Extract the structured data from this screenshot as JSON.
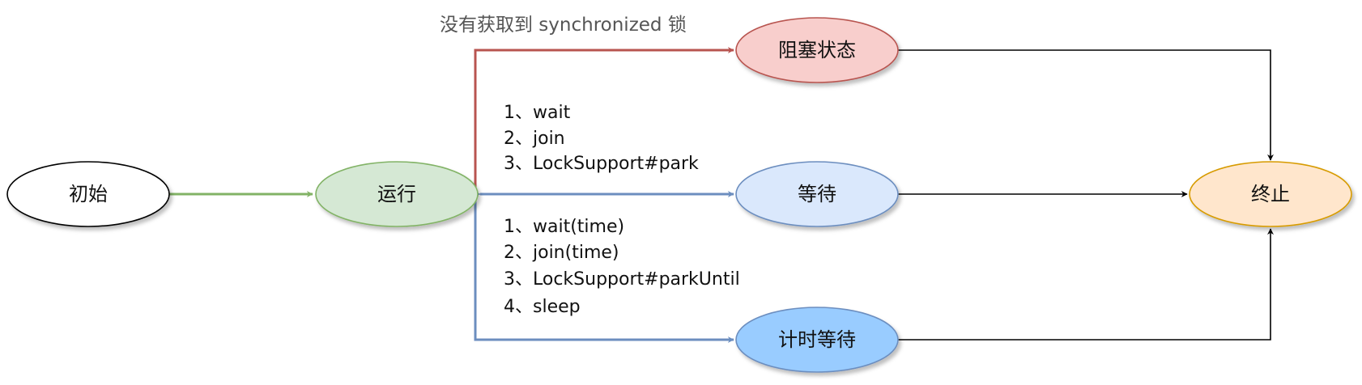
{
  "nodes": {
    "init": {
      "label": "初始",
      "fill": "#ffffff",
      "stroke": "#000000"
    },
    "running": {
      "label": "运行",
      "fill": "#d5e8d4",
      "stroke": "#82b366"
    },
    "blocked": {
      "label": "阻塞状态",
      "fill": "#f8cecc",
      "stroke": "#b85450"
    },
    "waiting": {
      "label": "等待",
      "fill": "#dae8fc",
      "stroke": "#6c8ebf"
    },
    "timed_waiting": {
      "label": "计时等待",
      "fill": "#99ccff",
      "stroke": "#6c8ebf"
    },
    "terminated": {
      "label": "终止",
      "fill": "#ffe6cc",
      "stroke": "#d79b00"
    }
  },
  "edge_labels": {
    "blocked": "没有获取到 synchronized 锁",
    "waiting": [
      "1、wait",
      "2、join",
      "3、LockSupport#park"
    ],
    "timed_waiting": [
      "1、wait(time)",
      "2、join(time)",
      "3、LockSupport#parkUntil",
      "4、sleep"
    ]
  },
  "colors": {
    "green_edge": "#82b366",
    "red_edge": "#b85450",
    "blue_edge": "#6c8ebf",
    "black_edge": "#000000"
  }
}
